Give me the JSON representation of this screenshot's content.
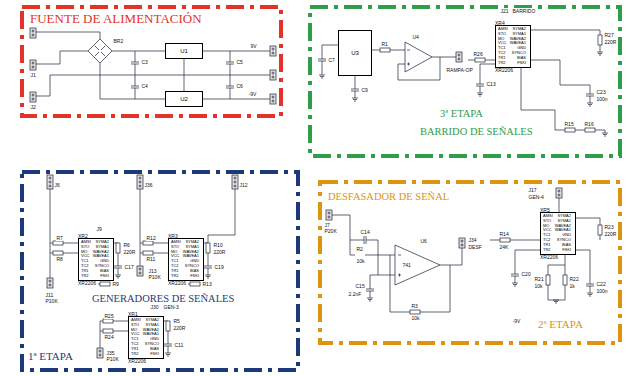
{
  "diagram": {
    "nodes": [
      {
        "text": [
          "FUENTE DE ALIMENTACIÓN"
        ]
      },
      {
        "text": [
          "U1"
        ],
        "in": 0
      },
      {
        "text": [
          "U2"
        ],
        "in": 0
      },
      {
        "text": [
          "3ª ETAPA",
          "BARRIDO DE SEÑALES"
        ]
      },
      {
        "text": [
          "U3"
        ],
        "in": 3
      },
      {
        "text": [
          "XR4",
          "AMSI STO MO VCC TC1 TC2 TR1 TR2",
          "SYMA2 SYMA1 WAVEA2 WAVEA1 GND SYNCO BIAS FSKI",
          "XR2206"
        ],
        "in": 3
      },
      {
        "text": [
          "GENERADORES DE SEÑALES",
          "1ª ETAPA"
        ]
      },
      {
        "text": [
          "XR2",
          "AMSI STO MO VCC TC1 TC2 TR1 TR2",
          "SYMA2 SYMA1 WAVEA2 WAVEA1 GND SYNCO BIAS FSKI",
          "XR2206"
        ],
        "in": 6
      },
      {
        "text": [
          "XR3",
          "AMSI STO MO VCC TC1 TC2 TR1 TR2",
          "SYMA2 SYMA1 WAVEA2 WAVEA1 GND SYNCO BIAS FSKI",
          "XR2206"
        ],
        "in": 6
      },
      {
        "text": [
          "XR1",
          "AMSI STO MO VCC TC1 TC2 TR1 TR2",
          "SYMA2 SYMA1 WAVEA2 WAVEA1 GND SYNCO BIAS FSKI",
          "XR2206"
        ],
        "in": 6
      },
      {
        "text": [
          "DESFASADOR DE SEÑAL",
          "2ª ETAPA"
        ]
      },
      {
        "text": [
          "XR5",
          "AMSI STO MO VCC TC1 TC2 TR1 TR2",
          "SYMA2 SYMA1 WAVEA2 WAVEA1 GND SYNCO BIAS FSKI",
          "XR2206"
        ],
        "in": 10
      }
    ],
    "labels": [
      "BR2",
      "J1",
      "J2",
      "C3",
      "C4",
      "C5",
      "C6",
      "9V",
      "-9V",
      "C7",
      "C9",
      "R1",
      "U4",
      "RAMPA-OP",
      "J21",
      "BARRIDO",
      "R26",
      "C13",
      "R27",
      "220R",
      "C23",
      "100n",
      "R15",
      "R16",
      "J6",
      "J36",
      "J12",
      "J9",
      "R7",
      "R8",
      "R6",
      "220R",
      "C17",
      "J11",
      "P10K",
      "R9",
      "R12",
      "R11",
      "R10",
      "220R",
      "C19",
      "J13",
      "P10K",
      "R13",
      "J30",
      "GEN-3",
      "R25",
      "R24",
      "J35",
      "P10K",
      "R5",
      "220R",
      "C11",
      "J7",
      "P20K",
      "C14",
      "R2",
      "10k",
      "C15",
      "2.2nF",
      "U6",
      "741",
      "R3",
      "10k",
      "J34",
      "DESF",
      "J17",
      "GEN-4",
      "R14",
      "24K",
      "C20",
      "R21",
      "10k",
      "R22",
      "1k",
      "R23",
      "220R",
      "C22",
      "100n",
      "-9V"
    ]
  }
}
